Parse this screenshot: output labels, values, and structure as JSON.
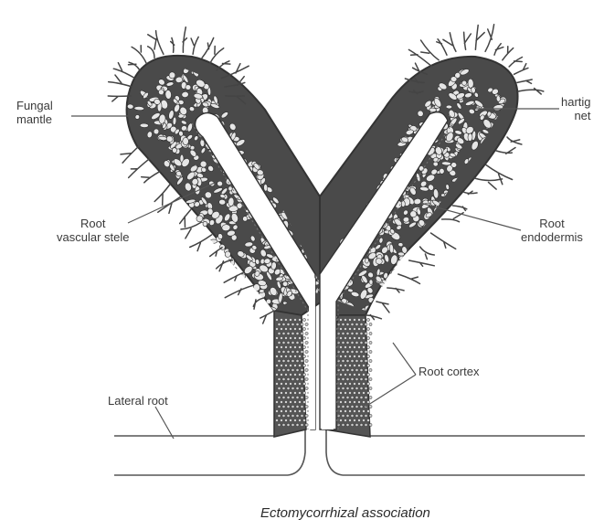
{
  "labels": {
    "fungal_mantle": [
      "Fungal",
      "mantle"
    ],
    "hartig_net": [
      "hartig",
      "net"
    ],
    "root_vascular_stele": [
      "Root",
      "vascular stele"
    ],
    "root_endodermis": [
      "Root",
      "endodermis"
    ],
    "root_cortex": "Root cortex",
    "lateral_root": "Lateral root"
  },
  "caption": "Ectomycorrhizal association",
  "colors": {
    "tissue": "#4a4a4a",
    "cells": "#e8e8e8",
    "line": "#555555",
    "background": "#ffffff"
  }
}
